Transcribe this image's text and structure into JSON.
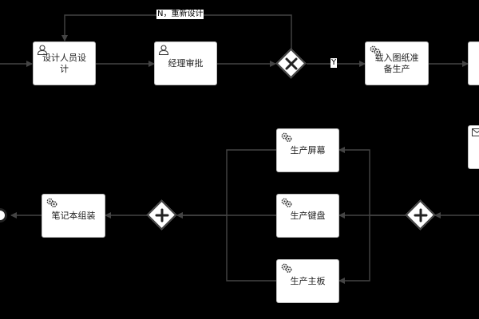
{
  "tasks": {
    "designer": "设计人员设计",
    "manager": "经理审批",
    "load": "载入图纸准备生产",
    "screen": "生产屏幕",
    "keyboard": "生产键盘",
    "board": "生产主板",
    "assemble": "笔记本组装"
  },
  "edges": {
    "redesign": "N，重新设计",
    "yes": "Y"
  },
  "icons": {
    "user": "user-icon",
    "service": "gear-icon",
    "message": "envelope-icon"
  }
}
